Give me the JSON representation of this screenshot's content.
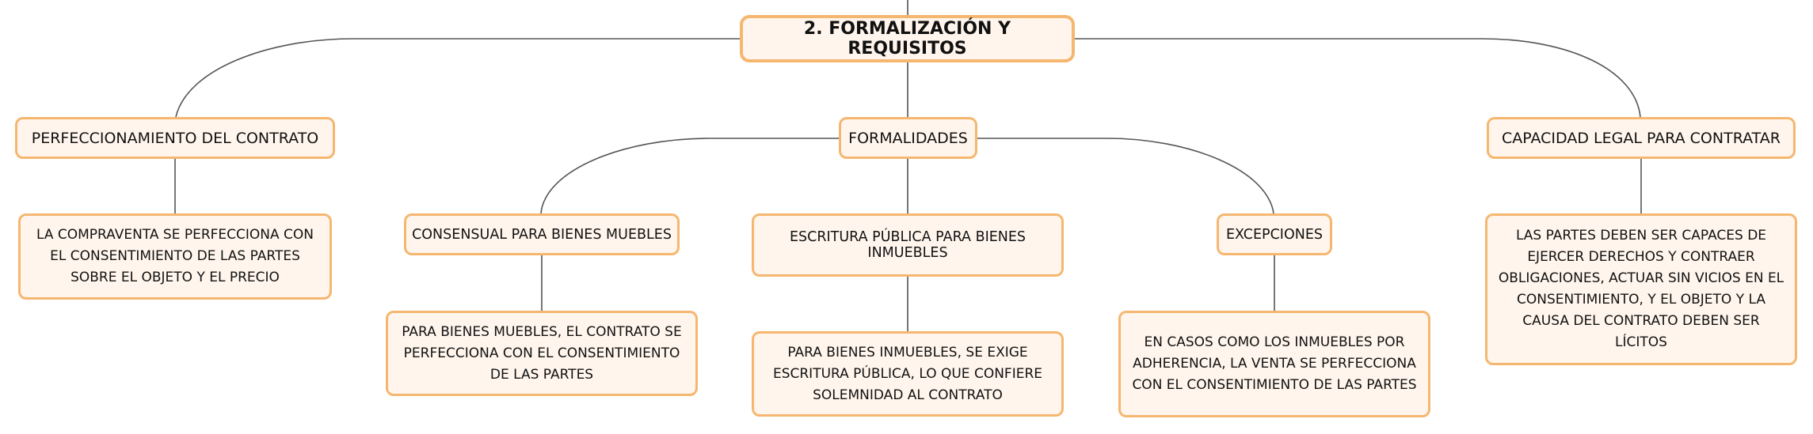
{
  "root": {
    "label": "2. FORMALIZACIÓN Y REQUISITOS"
  },
  "perfeccionamiento": {
    "label": "PERFECCIONAMIENTO DEL CONTRATO",
    "detail": "LA COMPRAVENTA SE PERFECCIONA CON EL CONSENTIMIENTO DE LAS PARTES SOBRE EL OBJETO Y EL PRECIO"
  },
  "formalidades": {
    "label": "FORMALIDADES",
    "consensual": {
      "label": "CONSENSUAL PARA BIENES MUEBLES",
      "detail": "PARA BIENES MUEBLES, EL CONTRATO SE PERFECCIONA CON EL CONSENTIMIENTO DE LAS PARTES"
    },
    "escritura": {
      "label": "ESCRITURA PÚBLICA PARA BIENES INMUEBLES",
      "detail": "PARA BIENES INMUEBLES, SE EXIGE ESCRITURA PÚBLICA, LO QUE CONFIERE SOLEMNIDAD AL CONTRATO"
    },
    "excepciones": {
      "label": "EXCEPCIONES",
      "detail": "EN CASOS COMO LOS INMUEBLES POR ADHERENCIA, LA VENTA SE PERFECCIONA CON EL CONSENTIMIENTO DE LAS PARTES"
    }
  },
  "capacidad": {
    "label": "CAPACIDAD LEGAL PARA CONTRATAR",
    "detail": "LAS PARTES DEBEN SER CAPACES DE EJERCER DERECHOS Y CONTRAER OBLIGACIONES, ACTUAR SIN VICIOS EN EL CONSENTIMIENTO, Y EL OBJETO Y LA CAUSA DEL CONTRATO DEBEN SER LÍCITOS"
  }
}
